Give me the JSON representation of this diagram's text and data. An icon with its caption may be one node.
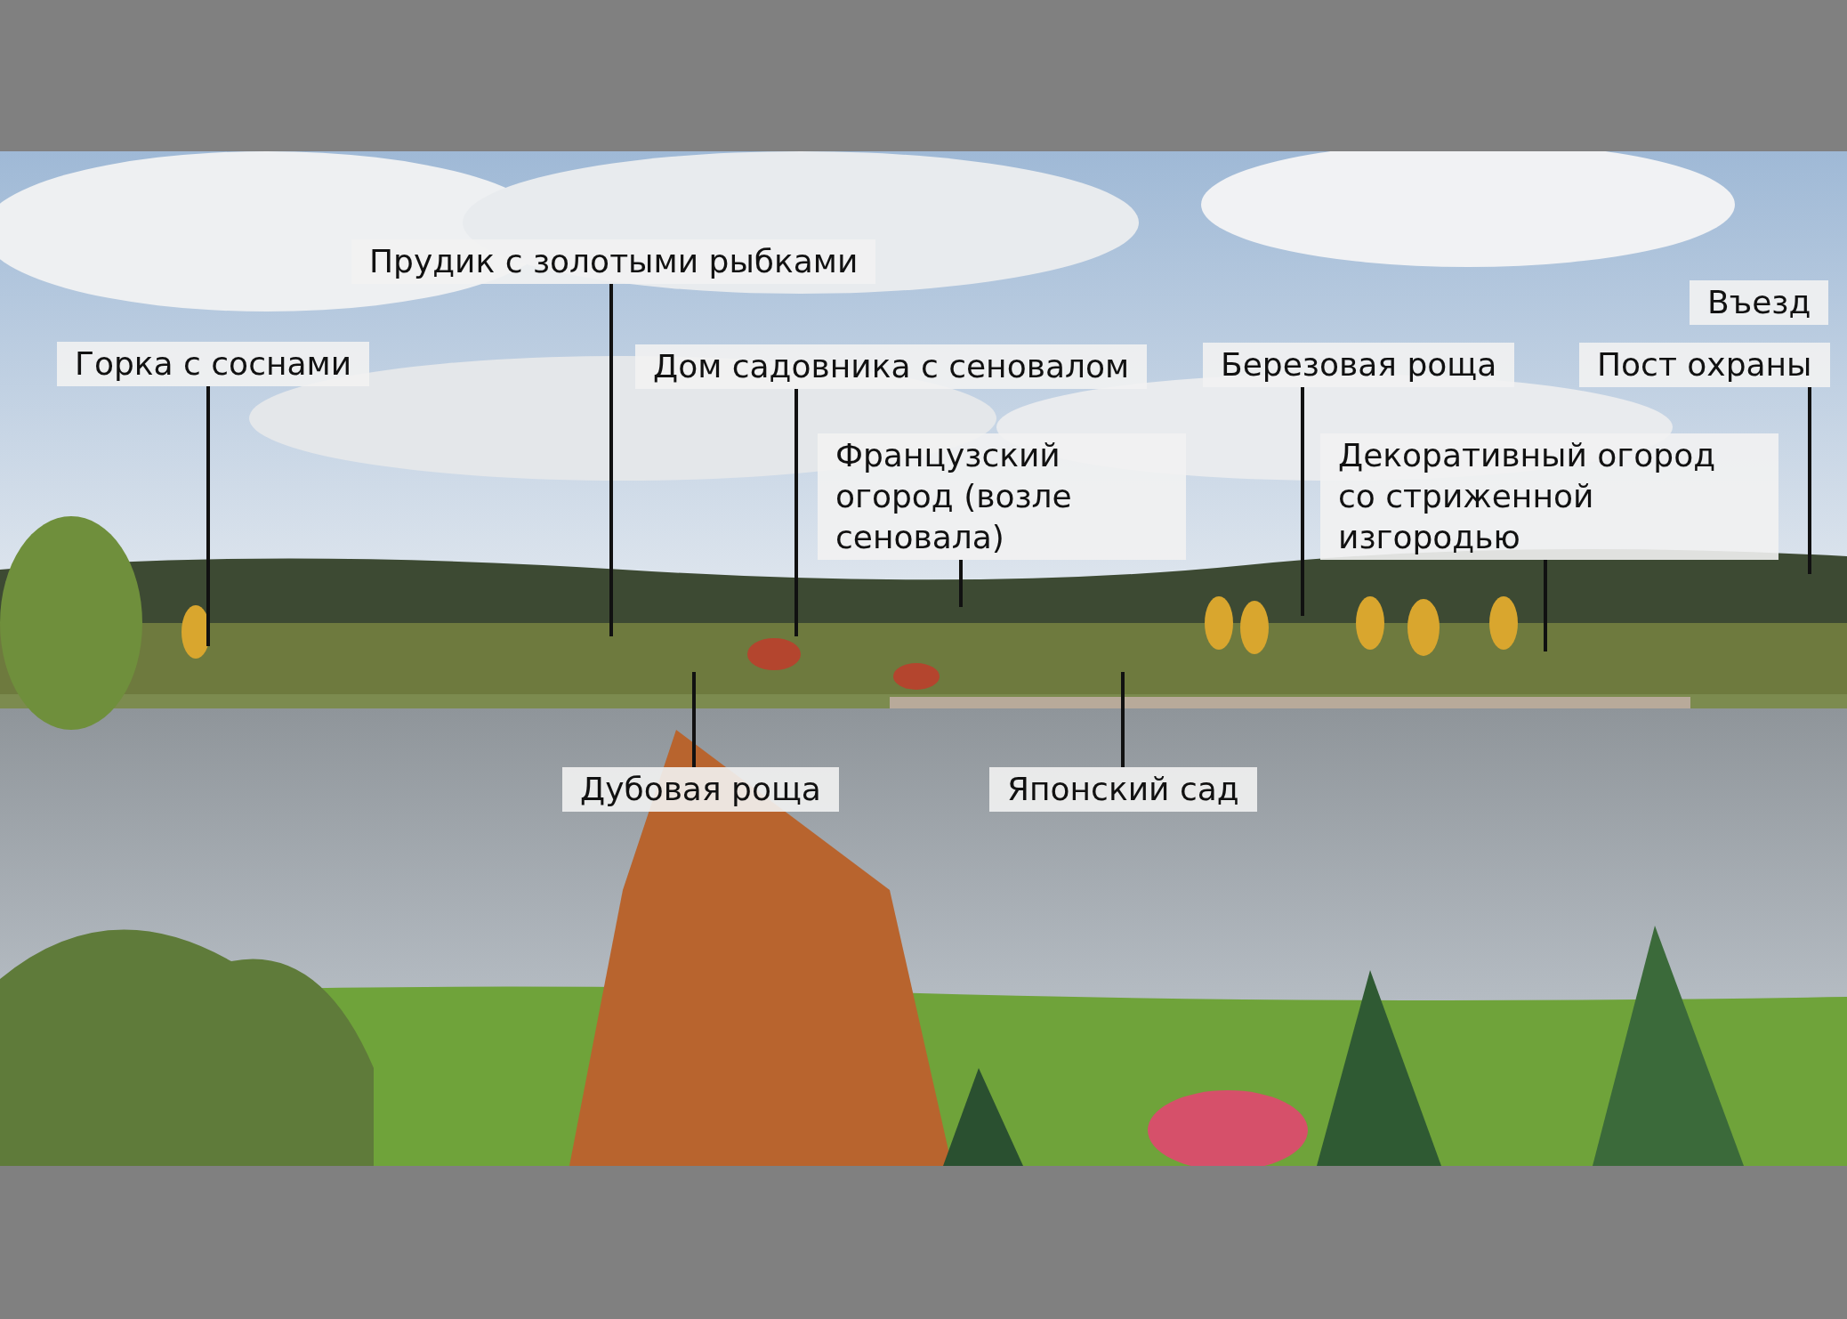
{
  "diagram": {
    "nodes": [
      {
        "text": [
          "Прудик с золотыми рыбками"
        ]
      },
      {
        "text": [
          "Горка с соснами"
        ]
      },
      {
        "text": [
          "Дом садовника с сеновалом"
        ]
      },
      {
        "text": [
          "Березовая роща"
        ]
      },
      {
        "text": [
          "Пост охраны"
        ]
      },
      {
        "text": [
          "Французский огород (возле сеновала)"
        ]
      },
      {
        "text": [
          "Декоративный огород со стриженной изгородью"
        ]
      },
      {
        "text": [
          "Дубовая роща"
        ]
      },
      {
        "text": [
          "Японский сад"
        ]
      }
    ],
    "edges": [
      {
        "from": 0,
        "to": null,
        "arrow": "none"
      },
      {
        "from": 1,
        "to": null,
        "arrow": "none"
      },
      {
        "from": 2,
        "to": null,
        "arrow": "none"
      },
      {
        "from": 3,
        "to": null,
        "arrow": "none"
      },
      {
        "from": 4,
        "to": null,
        "arrow": "none"
      },
      {
        "from": 5,
        "to": null,
        "arrow": "none"
      },
      {
        "from": 6,
        "to": null,
        "arrow": "none"
      },
      {
        "from": 7,
        "to": null,
        "arrow": "none"
      },
      {
        "from": 8,
        "to": null,
        "arrow": "none"
      }
    ],
    "labels": [
      "Въезд"
    ]
  }
}
